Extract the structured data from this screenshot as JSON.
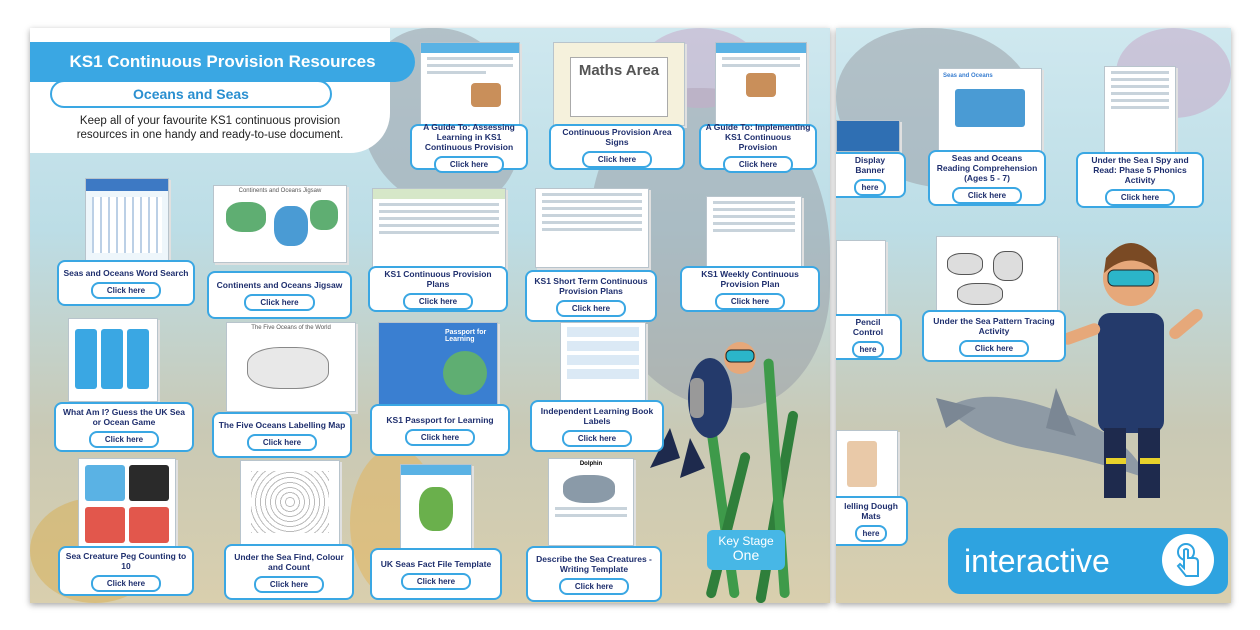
{
  "header": {
    "title": "KS1 Continuous Provision Resources",
    "subtitle": "Oceans and Seas",
    "intro": "Keep all of your favourite KS1 continuous provision resources in one handy and ready-to-use document."
  },
  "click_label": "Click here",
  "thumb_texts": {
    "maths_area": "Maths Area",
    "passport": "Passport for Learning",
    "five_oceans_head": "The Five Oceans of the World",
    "seas_oceans_head": "Seas and Oceans",
    "dolphin_head": "Dolphin",
    "jigsaw_head": "Continents and Oceans Jigsaw"
  },
  "cards": [
    {
      "id": "assessing",
      "label": "A Guide To: Assessing Learning in KS1 Continuous Provision"
    },
    {
      "id": "area-signs",
      "label": "Continuous Provision Area Signs"
    },
    {
      "id": "implementing",
      "label": "A Guide To: Implementing KS1 Continuous Provision"
    },
    {
      "id": "word-search",
      "label": "Seas and Oceans Word Search"
    },
    {
      "id": "jigsaw",
      "label": "Continents and Oceans Jigsaw"
    },
    {
      "id": "plans",
      "label": "KS1 Continuous Provision Plans"
    },
    {
      "id": "short-term",
      "label": "KS1 Short Term Continuous Provision Plans"
    },
    {
      "id": "weekly",
      "label": "KS1 Weekly Continuous Provision Plan"
    },
    {
      "id": "guess-game",
      "label": "What Am I? Guess the UK Sea or Ocean Game"
    },
    {
      "id": "five-oceans",
      "label": "The Five Oceans Labelling Map"
    },
    {
      "id": "passport",
      "label": "KS1 Passport for Learning"
    },
    {
      "id": "book-labels",
      "label": "Independent Learning Book Labels"
    },
    {
      "id": "peg-counting",
      "label": "Sea Creature Peg Counting to 10"
    },
    {
      "id": "find-colour",
      "label": "Under the Sea Find, Colour and Count"
    },
    {
      "id": "fact-file",
      "label": "UK Seas Fact File Template"
    },
    {
      "id": "describe",
      "label": "Describe the Sea Creatures - Writing Template"
    },
    {
      "id": "display-banner",
      "label": "Display Banner"
    },
    {
      "id": "reading-comp",
      "label": "Seas and Oceans Reading Comprehension (Ages 5 - 7)"
    },
    {
      "id": "spy-read",
      "label": "Under the Sea I Spy and Read: Phase 5 Phonics Activity"
    },
    {
      "id": "pencil-control",
      "label": "Pencil Control"
    },
    {
      "id": "pattern-tracing",
      "label": "Under the Sea Pattern Tracing Activity"
    },
    {
      "id": "dough-mats",
      "label": "lelling Dough Mats"
    }
  ],
  "partial_click": "here",
  "logo": {
    "line1": "Key Stage",
    "line2": "One"
  },
  "badge": {
    "text": "interactive",
    "icon": "tap-hand-icon"
  },
  "colors": {
    "accent": "#3aa7e3",
    "label_text": "#1f2f6e",
    "badge": "#2ea3e0"
  }
}
